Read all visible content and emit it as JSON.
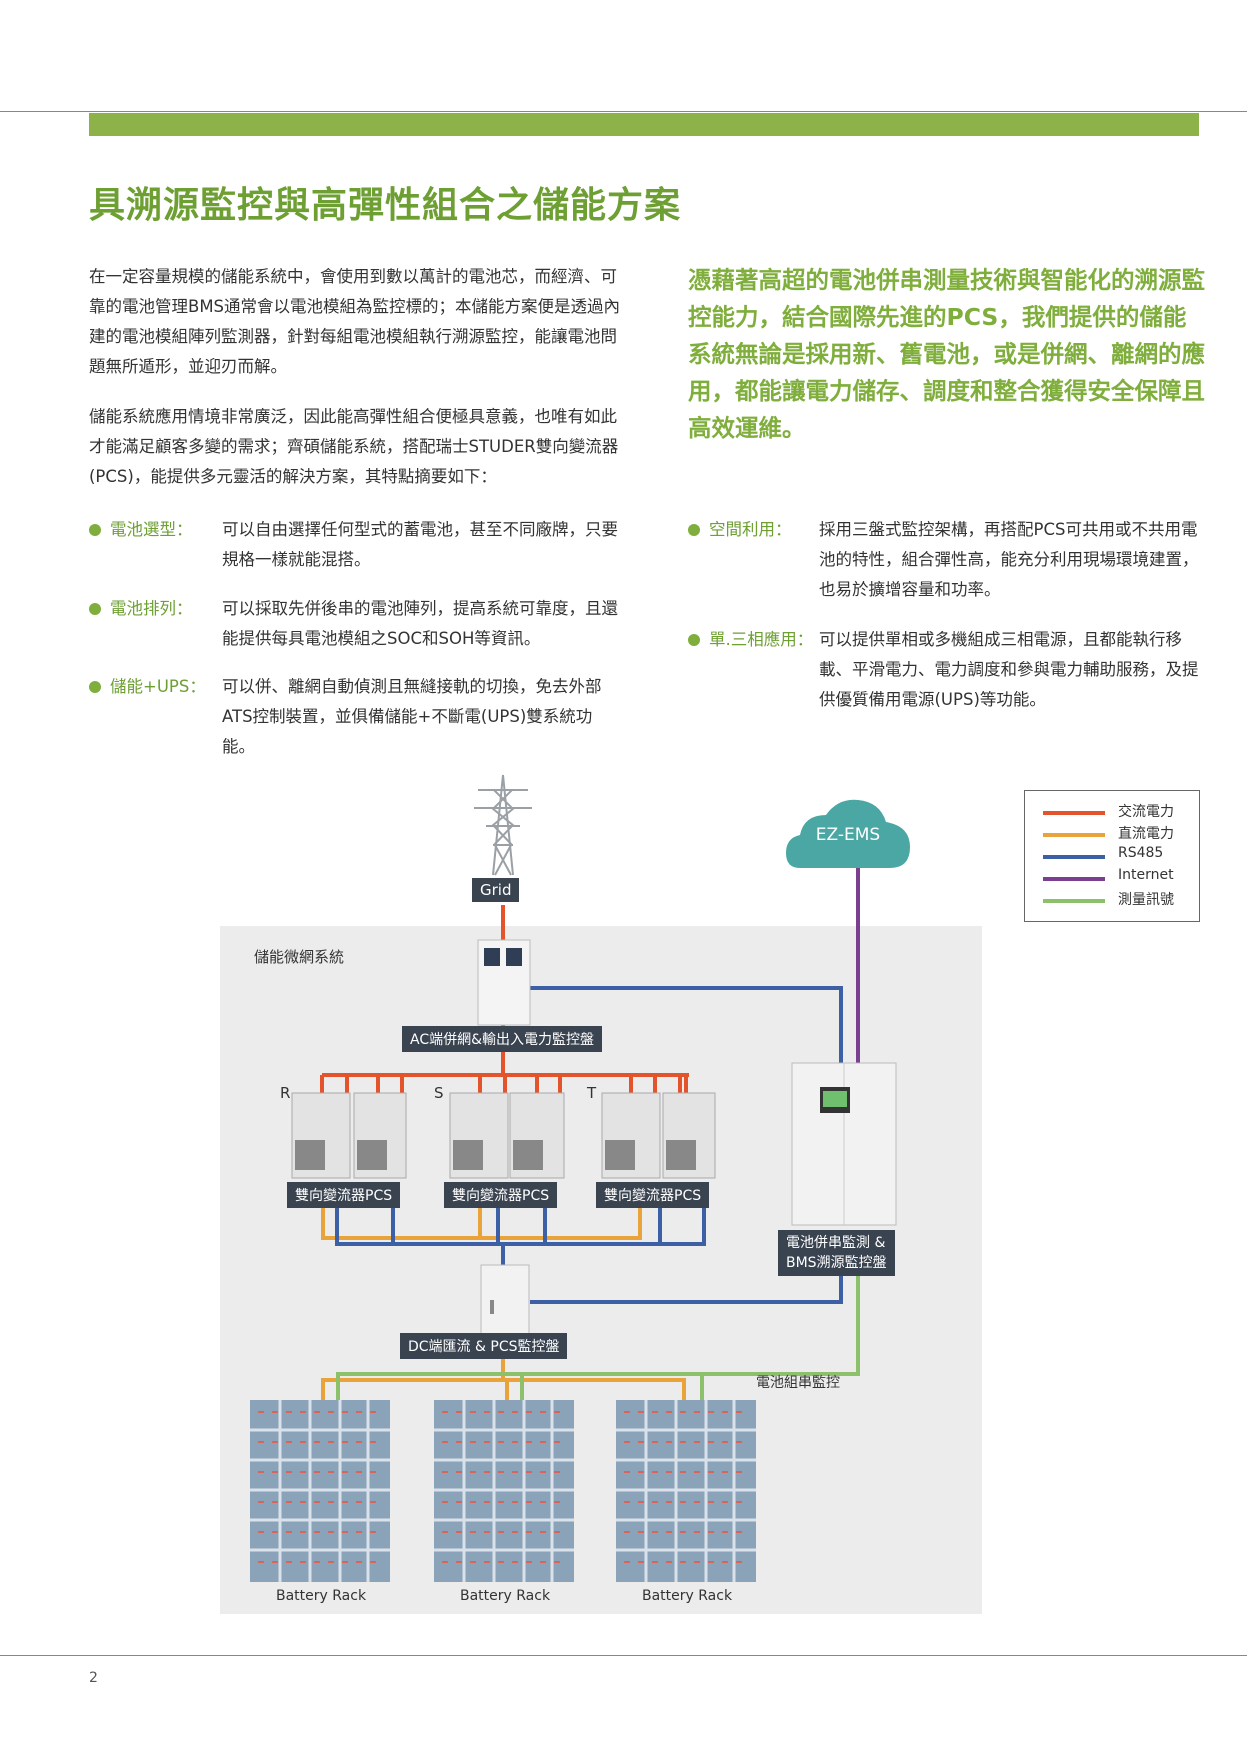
{
  "title": "具溯源監控與高彈性組合之儲能方案",
  "intro": [
    "在一定容量規模的儲能系統中，會使用到數以萬計的電池芯，而經濟、可靠的電池管理BMS通常會以電池模組為監控標的；本儲能方案便是透過內建的電池模組陣列監測器，針對每組電池模組執行溯源監控，能讓電池問題無所遁形，並迎刃而解。",
    "儲能系統應用情境非常廣泛，因此能高彈性組合便極具意義，也唯有如此才能滿足顧客多變的需求；齊碩儲能系統，搭配瑞士STUDER雙向變流器(PCS)，能提供多元靈活的解決方案，其特點摘要如下："
  ],
  "highlight": "憑藉著高超的電池併串測量技術與智能化的溯源監控能力，結合國際先進的PCS，我們提供的儲能系統無論是採用新、舊電池，或是併網、離網的應用，都能讓電力儲存、調度和整合獲得安全保障且高效運維。",
  "features_left": [
    {
      "label": "電池選型：",
      "text": "可以自由選擇任何型式的蓄電池，甚至不同廠牌，只要規格一樣就能混搭。"
    },
    {
      "label": "電池排列：",
      "text": "可以採取先併後串的電池陣列，提高系統可靠度，且還能提供每具電池模組之SOC和SOH等資訊。"
    },
    {
      "label": "儲能+UPS：",
      "text": "可以併、離網自動偵測且無縫接軌的切換，免去外部ATS控制裝置，並俱備儲能+不斷電(UPS)雙系統功能。"
    }
  ],
  "features_right": [
    {
      "label": "空間利用：",
      "text": "採用三盤式監控架構，再搭配PCS可共用或不共用電池的特性，組合彈性高，能充分利用現場環境建置，也易於擴增容量和功率。"
    },
    {
      "label": "單.三相應用：",
      "text": "可以提供單相或多機組成三相電源，且都能執行移載、平滑電力、電力調度和參與電力輔助服務，及提供優質備用電源(UPS)等功能。"
    }
  ],
  "legend": [
    {
      "label": "交流電力",
      "color": "#e4542c"
    },
    {
      "label": "直流電力",
      "color": "#e8a33a"
    },
    {
      "label": "RS485",
      "color": "#3d5fa3"
    },
    {
      "label": "Internet",
      "color": "#7a3f8f"
    },
    {
      "label": "測量訊號",
      "color": "#8cc06a"
    }
  ],
  "diagram": {
    "system_label": "儲能微網系統",
    "cloud_label": "EZ-EMS",
    "grid_label": "Grid",
    "ac_panel": "AC端併網&輸出入電力監控盤",
    "phases": [
      "R",
      "S",
      "T"
    ],
    "pcs_label": "雙向變流器PCS",
    "bms_panel": [
      "電池併串監測 &",
      "BMS溯源監控盤"
    ],
    "dc_panel": "DC端匯流 & PCS監控盤",
    "string_monitor": "電池組串監控",
    "rack_label": "Battery Rack"
  },
  "page_number": "2",
  "colors": {
    "brand_green": "#8cb249",
    "title_green": "#6d9f33",
    "ac": "#e4542c",
    "dc": "#e8a33a",
    "rs485": "#3d5fa3",
    "internet": "#7a3f8f",
    "measure": "#8cc06a"
  }
}
